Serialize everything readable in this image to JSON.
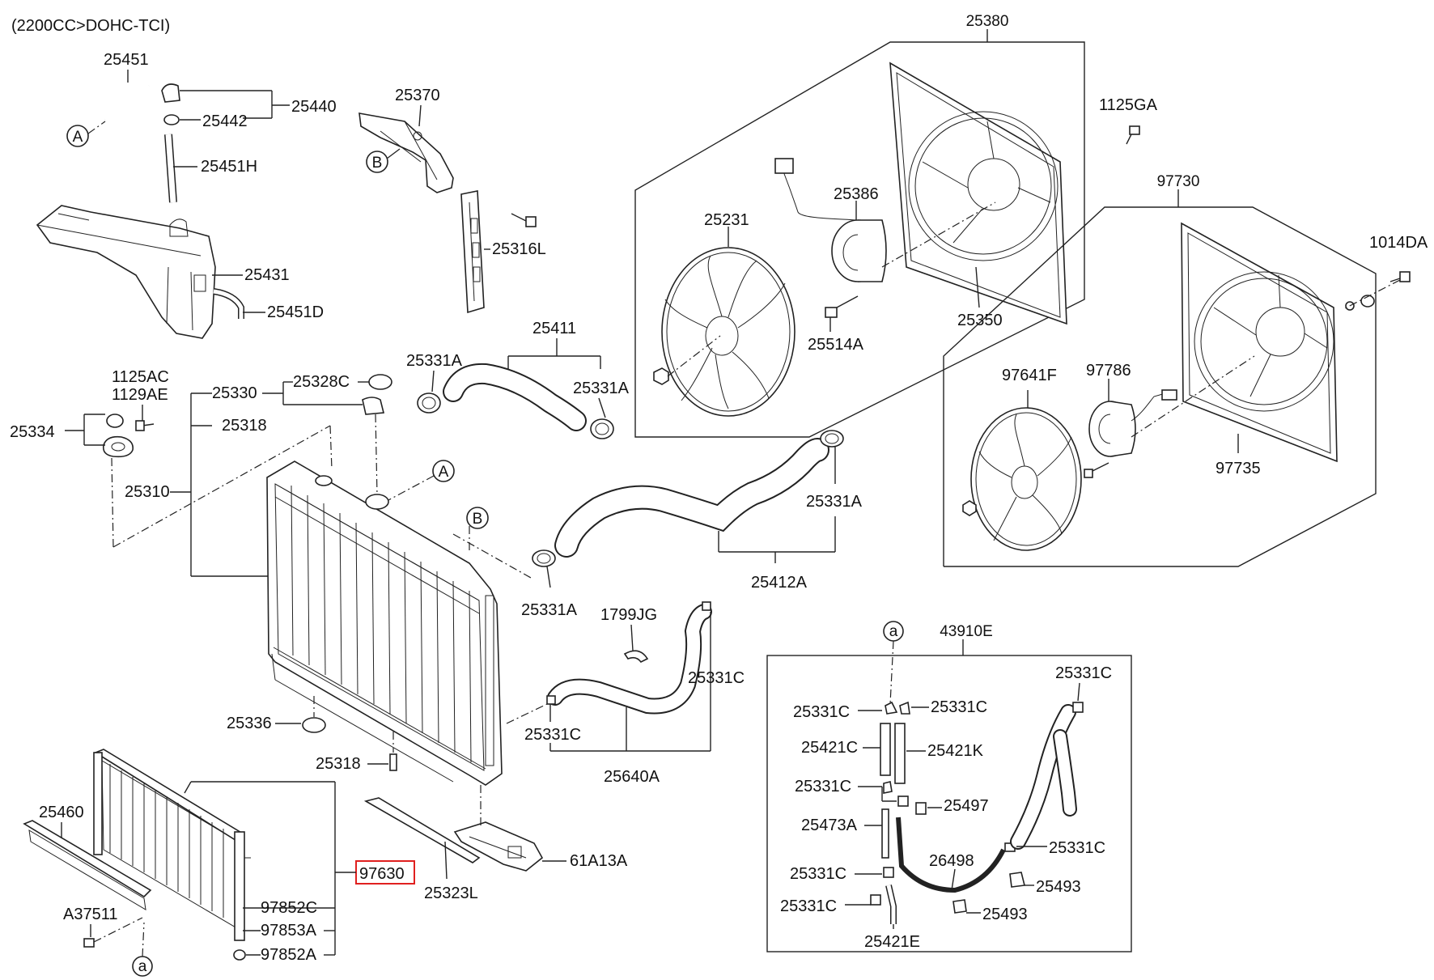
{
  "header": {
    "variant": "(2200CC>DOHC-TCI)"
  },
  "colors": {
    "highlight": "#e0201f",
    "ink": "#222222"
  },
  "parts": {
    "p25451": "25451",
    "p25440": "25440",
    "p25442": "25442",
    "p25451H": "25451H",
    "p25431": "25431",
    "p25451D": "25451D",
    "p25370": "25370",
    "p25316L": "25316L",
    "p25380": "25380",
    "p25386": "25386",
    "p25231": "25231",
    "p25514A": "25514A",
    "p25350": "25350",
    "p1125GA": "1125GA",
    "p97730": "97730",
    "p1014DA": "1014DA",
    "p97641F": "97641F",
    "p97786": "97786",
    "p97735": "97735",
    "p25411": "25411",
    "p25331A_1": "25331A",
    "p25331A_2": "25331A",
    "p25331A_3": "25331A",
    "p25331A_4": "25331A",
    "p1125AC": "1125AC",
    "p1129AE": "1129AE",
    "p25334": "25334",
    "p25330": "25330",
    "p25328C": "25328C",
    "p25318_top": "25318",
    "p25310": "25310",
    "p25412A": "25412A",
    "p1799JG": "1799JG",
    "p25331C_1": "25331C",
    "p25331C_2": "25331C",
    "p25640A": "25640A",
    "p25336": "25336",
    "p25318_bot": "25318",
    "p25460": "25460",
    "p97630": "97630",
    "p97852C": "97852C",
    "p97853A": "97853A",
    "p97852A": "97852A",
    "pA37511": "A37511",
    "p25323L": "25323L",
    "p61A13A": "61A13A",
    "p43910E": "43910E",
    "p25331C_k1": "25331C",
    "p25331C_k2": "25331C",
    "p25331C_k3": "25331C",
    "p25331C_k4": "25331C",
    "p25331C_k5": "25331C",
    "p25331C_k6": "25331C",
    "p25331C_k7": "25331C",
    "p25421C": "25421C",
    "p25421K": "25421K",
    "p25497": "25497",
    "p25473A": "25473A",
    "p26498": "26498",
    "p25493_1": "25493",
    "p25493_2": "25493",
    "p25421E": "25421E"
  },
  "markers": {
    "A1": "A",
    "A2": "A",
    "B1": "B",
    "B2": "B",
    "a1": "a",
    "a2": "a"
  }
}
